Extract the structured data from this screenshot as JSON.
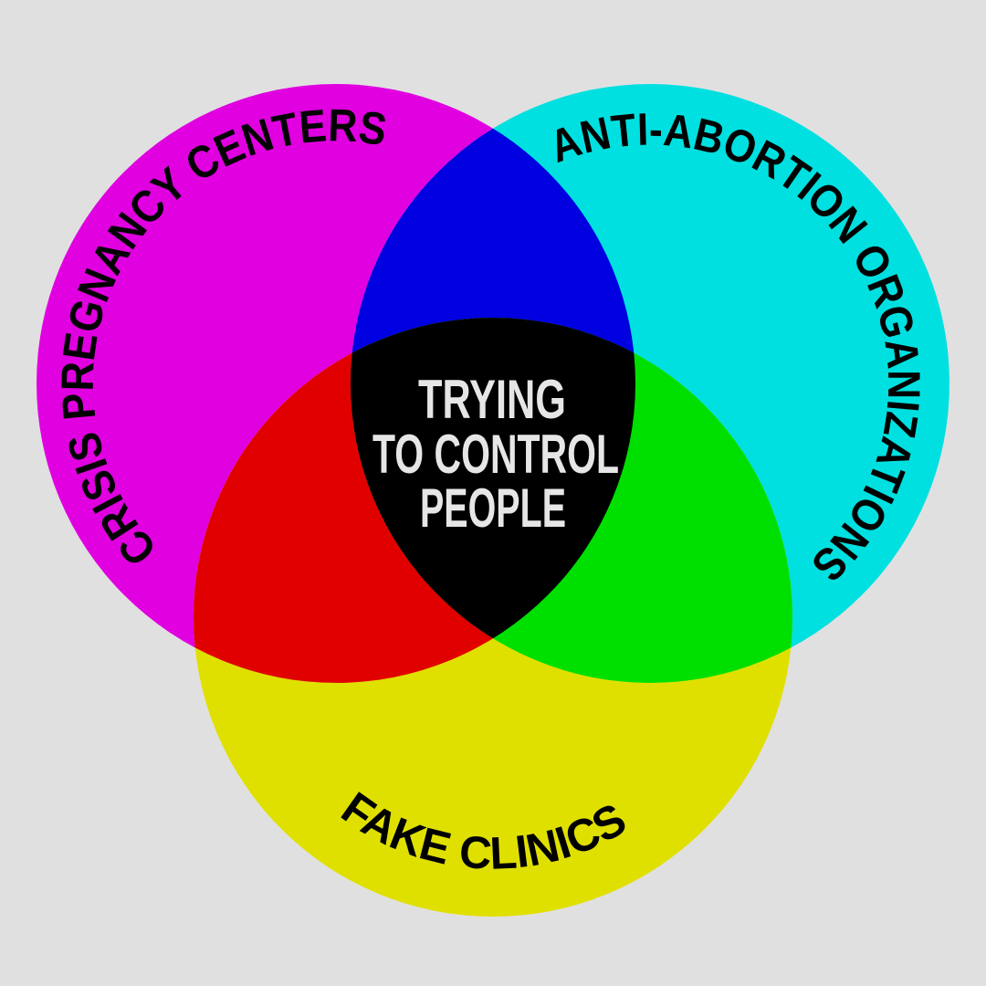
{
  "diagram": {
    "type": "venn",
    "background_color": "#e0e0e0",
    "sets": [
      {
        "id": "cpc",
        "label": "CRISIS PREGNANCY CENTERS",
        "color": "#e000e0"
      },
      {
        "id": "aao",
        "label": "ANTI-ABORTION ORGANIZATIONS",
        "color": "#00e0e0"
      },
      {
        "id": "fc",
        "label": "FAKE CLINICS",
        "color": "#e0e000"
      }
    ],
    "overlaps": {
      "cpc_aao_color": "#0000e0",
      "cpc_fc_color": "#e00000",
      "aao_fc_color": "#00e000",
      "all_color": "#000000"
    },
    "center": {
      "lines": [
        "TRYING",
        "TO CONTROL",
        "PEOPLE"
      ]
    }
  }
}
